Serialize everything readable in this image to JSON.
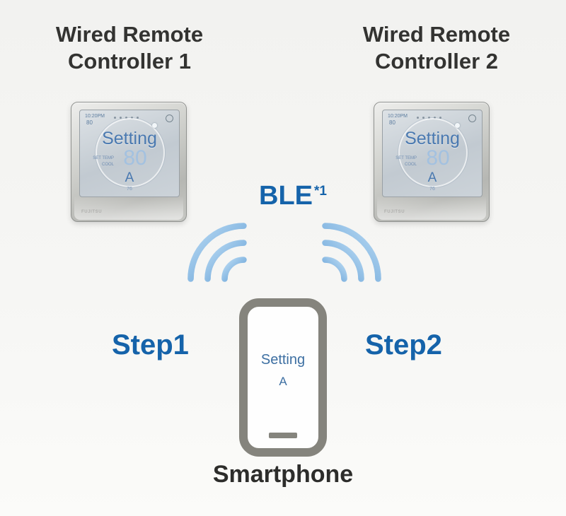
{
  "headings": {
    "controller1": "Wired Remote\nController 1",
    "controller2": "Wired Remote\nController 2"
  },
  "ble": {
    "label": "BLE",
    "note": "*1"
  },
  "steps": {
    "step1": "Step1",
    "step2": "Step2"
  },
  "smartphone": {
    "caption": "Smartphone",
    "screen": {
      "setting": "Setting",
      "zone": "A"
    }
  },
  "controller_screen": {
    "time": "10:20PM",
    "temp_top": "80",
    "setting": "Setting",
    "set_temp_label": "SET TEMP",
    "mode": "COOL",
    "set_temp_value": "80",
    "zone": "A",
    "temp_bottom": "76",
    "brand": "FUJITSU"
  },
  "colors": {
    "accent_blue": "#1563aa",
    "heading_text": "#333331",
    "phone_frame": "#85847d",
    "signal_light": "#bcdcf4",
    "signal_dark": "#5e9cd4",
    "screen_text_blue": "#4a79b0"
  }
}
